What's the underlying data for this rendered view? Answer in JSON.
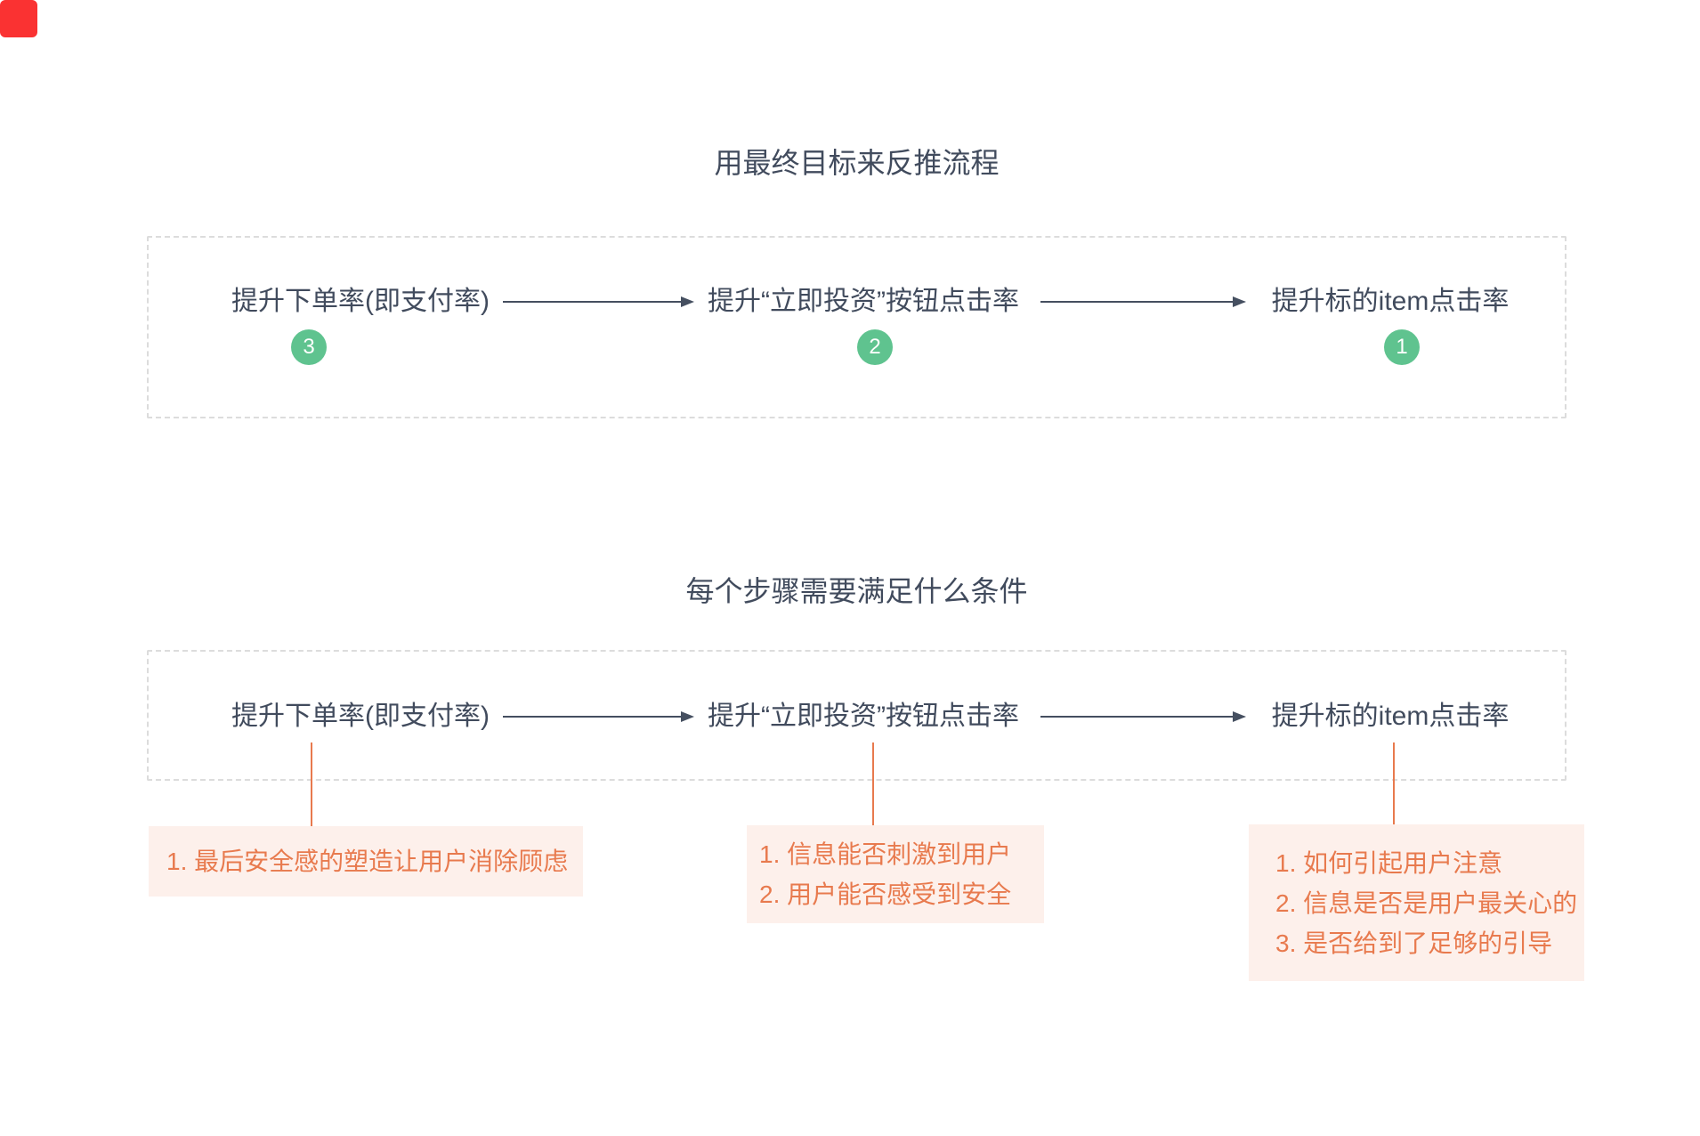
{
  "section1": {
    "title": "用最终目标来反推流程",
    "nodes": [
      {
        "label": "提升下单率(即支付率)",
        "badge": "3"
      },
      {
        "label": "提升“立即投资”按钮点击率",
        "badge": "2"
      },
      {
        "label": "提升标的item点击率",
        "badge": "1"
      }
    ]
  },
  "section2": {
    "title": "每个步骤需要满足什么条件",
    "nodes": [
      {
        "label": "提升下单率(即支付率)"
      },
      {
        "label": "提升“立即投资”按钮点击率"
      },
      {
        "label": "提升标的item点击率"
      }
    ],
    "notes": [
      {
        "items": [
          "1. 最后安全感的塑造让用户消除顾虑"
        ]
      },
      {
        "items": [
          "1. 信息能否刺激到用户",
          "2. 用户能否感受到安全"
        ]
      },
      {
        "items": [
          "1. 如何引起用户注意",
          "2. 信息是否是用户最关心的",
          "3. 是否给到了足够的引导"
        ]
      }
    ]
  },
  "colors": {
    "text_dark": "#414b5d",
    "arrow_color": "#454f60",
    "badge_green": "#5fc38f",
    "accent_orange": "#e87a4e",
    "note_bg": "#fdf0eb",
    "border_dashed": "#dcdcdc",
    "marker_red": "#fa3232"
  }
}
